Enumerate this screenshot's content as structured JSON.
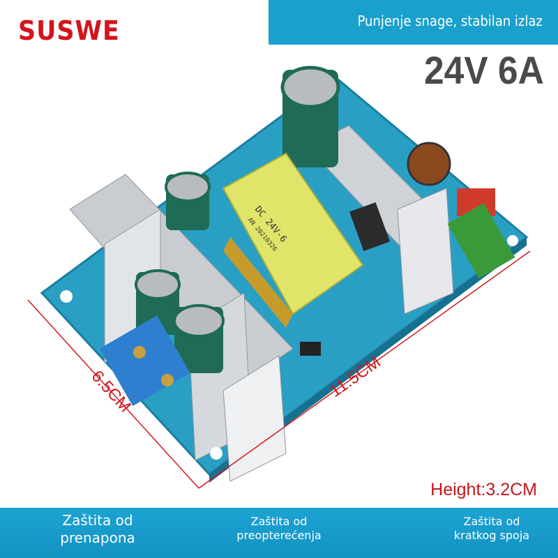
{
  "brand": "SUSWE",
  "header": {
    "tagline": "Punjenje snage, stabilan izlaz",
    "spec": "24V 6A"
  },
  "product": {
    "transformer_label_line1": "DC 24V-6",
    "transformer_label_line2": "AN 20210326",
    "width_dimension": "6.5CM",
    "length_dimension": "11.5CM",
    "height_dimension": "Height:3.2CM"
  },
  "features": [
    {
      "line1": "Zaštita od",
      "line2": "prenapona"
    },
    {
      "line1": "Zaštita od",
      "line2": "preopterećenja"
    },
    {
      "line1": "Zaštita od",
      "line2": "kratkog spoja"
    }
  ],
  "colors": {
    "brand": "#d4141c",
    "band": "#1aa0cc",
    "pcb": "#2a9fc4",
    "dimension": "#d01820"
  }
}
